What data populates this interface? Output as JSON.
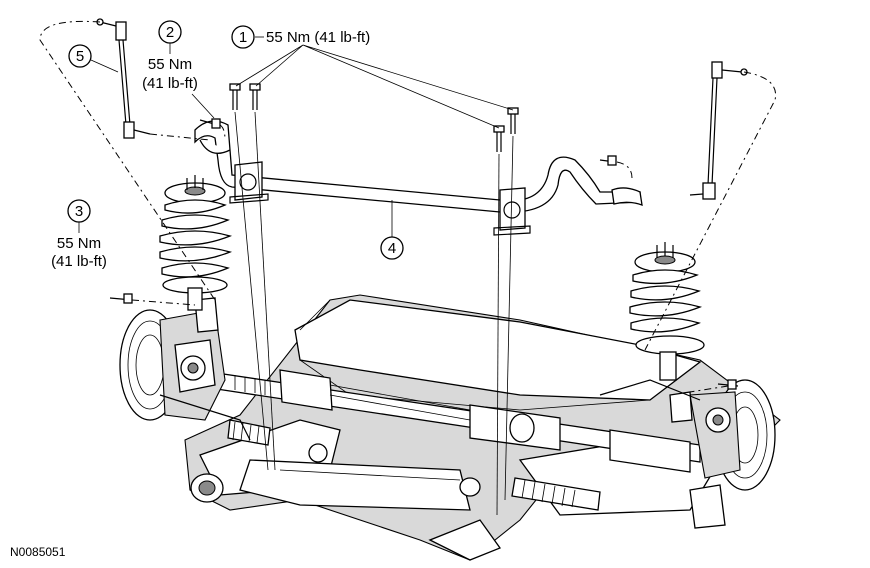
{
  "callouts": [
    {
      "number": "1",
      "label": "55 Nm (41 lb-ft)"
    },
    {
      "number": "2",
      "label_line1": "55 Nm",
      "label_line2": "(41 lb-ft)"
    },
    {
      "number": "3",
      "label_line1": "55 Nm",
      "label_line2": "(41 lb-ft)"
    },
    {
      "number": "4"
    },
    {
      "number": "5"
    }
  ],
  "figure_id": "N0085051"
}
